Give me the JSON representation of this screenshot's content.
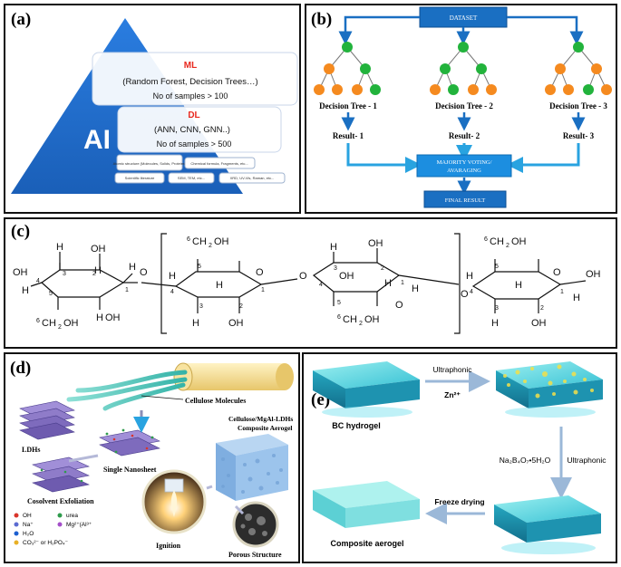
{
  "panel_a": {
    "label": "(a)",
    "apex": "AI",
    "ml": {
      "title": "ML",
      "models": "(Random Forest, Decision Trees…)",
      "samples": "No of samples > 100"
    },
    "dl": {
      "title": "DL",
      "models": "(ANN, CNN, GNN..)",
      "samples": "No of samples > 500"
    },
    "data_boxes": [
      "Atomic structure (Molecules, Solids, Proteins)",
      "Chemical formula, Fragments, etc...",
      "Scientific literature",
      "SEM, TEM, etc...",
      "XRD, UV-Vis, Raman, etc..."
    ],
    "colors": {
      "pyramid": "#1c6dd0",
      "ml": "#e8281e",
      "dl": "#e8281e"
    }
  },
  "panel_b": {
    "label": "(b)",
    "dataset": "DATASET",
    "trees": [
      "Decision Tree - 1",
      "Decision Tree - 2",
      "Decision Tree - 3"
    ],
    "results": [
      "Result- 1",
      "Result- 2",
      "Result- 3"
    ],
    "voting": "MAJORITY VOTING/ AVARAGING",
    "final": "FINAL RESULT",
    "colors": {
      "box": "#1a6fc2",
      "green": "#22b33c",
      "orange": "#f58a1f",
      "arrow": "#29a3e0"
    }
  },
  "panel_c": {
    "label": "(c)",
    "oh": "OH",
    "h": "H",
    "o": "O",
    "ch2oh": "CH",
    "two": "2",
    "ch2oh_tail": "OH",
    "six": "6",
    "n1": "1",
    "n2": "2",
    "n3": "3",
    "n4": "4",
    "n5": "5"
  },
  "panel_d": {
    "label": "(d)",
    "cellulose": "Cellulose Molecules",
    "ldhs": "LDHs",
    "single": "Single Nanosheet",
    "composite_1": "Cellulose/MgAl-LDHs",
    "composite_2": "Composite Aerogel",
    "exfoliation": "Cosolvent Exfoliation",
    "ignition": "Ignition",
    "porous": "Porous Structure",
    "legend": [
      "OH",
      "urea",
      "Na⁺",
      "Mg²⁺(Al³⁺",
      "H₂O",
      "CO₃²⁻ or H₂PO₄⁻"
    ]
  },
  "panel_e": {
    "label": "(e)",
    "ultra1": "Ultraphonic",
    "zn": "Zn²⁺",
    "bc": "BC hydrogel",
    "borax": "Na₂B₄O₇•5H₂O",
    "ultra2": "Ultraphonic",
    "freeze": "Freeze drying",
    "composite": "Composite aerogel"
  }
}
